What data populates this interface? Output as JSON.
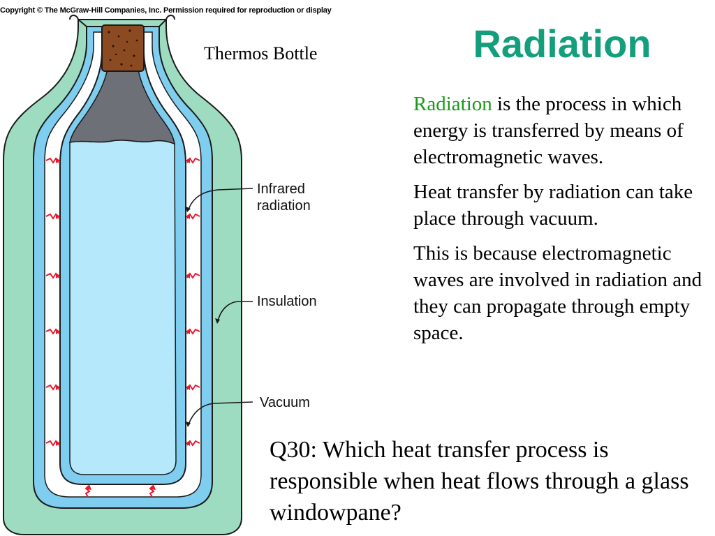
{
  "copyright": "Copyright © The McGraw-Hill Companies, Inc. Permission required for reproduction or display",
  "diagram": {
    "title": "Thermos Bottle",
    "labels": {
      "infrared": [
        "Infrared",
        "radiation"
      ],
      "insulation": "Insulation",
      "vacuum": "Vacuum"
    },
    "colors": {
      "outer_case": "#9ddcc0",
      "glass_wall": "#7fcef0",
      "liquid": "#b5e8fa",
      "air_gap": "#6e7078",
      "cork": "#8b4a22",
      "radiation_arrow": "#e8192c",
      "outline": "#1a1a1a"
    }
  },
  "slide": {
    "title": "Radiation",
    "paragraph1": {
      "highlight": "Radiation",
      "rest": " is the process in which energy is transferred by means of electromagnetic waves."
    },
    "paragraph2": "Heat transfer by radiation can take place through vacuum.",
    "paragraph3": "This is because electromagnetic waves are involved in radiation and they can propagate through empty space.",
    "question": "Q30: Which heat transfer process is responsible when heat flows through a glass windowpane?",
    "colors": {
      "title": "#139e7c",
      "highlight": "#1a9a1a"
    }
  }
}
